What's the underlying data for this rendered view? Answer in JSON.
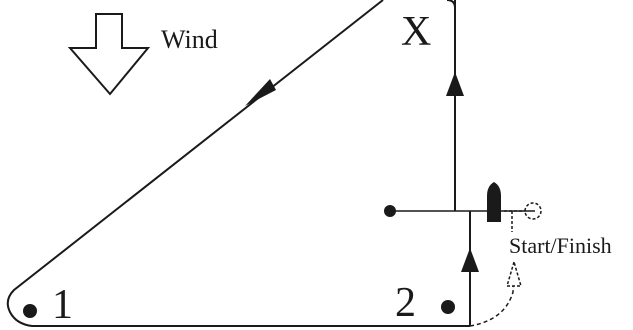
{
  "diagram": {
    "wind_label": "Wind",
    "mark_x_label": "X",
    "mark_1_label": "1",
    "mark_2_label": "2",
    "start_finish_label": "Start/Finish"
  },
  "colors": {
    "ink": "#1a1a1a",
    "background": "#ffffff"
  }
}
